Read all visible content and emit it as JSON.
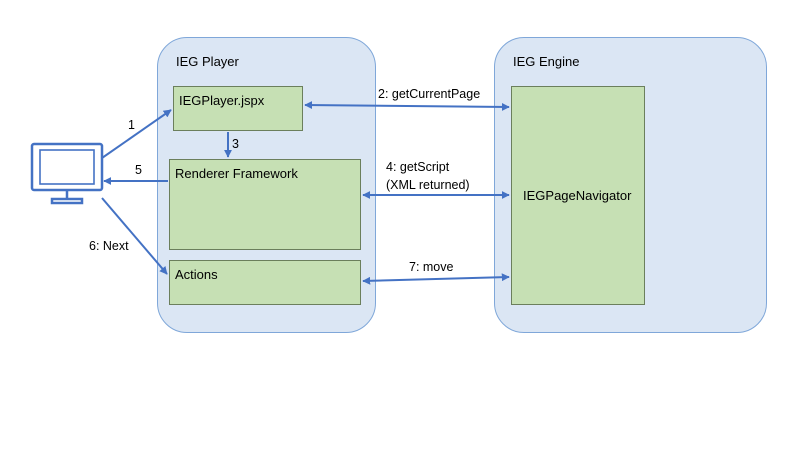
{
  "colors": {
    "group_fill": "#dbe6f4",
    "group_border": "#7fa7d9",
    "box_fill": "#c6e0b4",
    "box_border": "#6b7f5c",
    "arrow": "#4472c4"
  },
  "icons": {
    "client": "monitor-icon"
  },
  "player": {
    "title": "IEG Player",
    "jspx": "IEGPlayer.jspx",
    "renderer": "Renderer Framework",
    "actions": "Actions"
  },
  "engine": {
    "title": "IEG Engine",
    "navigator": "IEGPageNavigator"
  },
  "steps": {
    "s1": "1",
    "s2": "2: getCurrentPage",
    "s3": "3",
    "s4a": "4: getScript",
    "s4b": "(XML returned)",
    "s5": "5",
    "s6": "6: Next",
    "s7": "7: move"
  }
}
